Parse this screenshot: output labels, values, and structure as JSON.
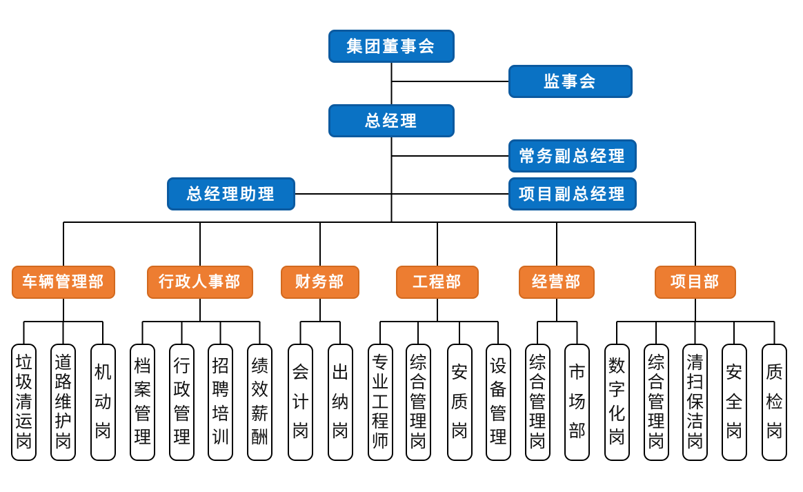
{
  "chart": {
    "type": "org-chart",
    "colors": {
      "executive_fill": "#0a72c4",
      "executive_border": "#0b5aa0",
      "department_fill": "#ed7d31",
      "department_border": "#d2691e",
      "position_fill": "#ffffff",
      "position_border": "#000000",
      "connector": "#000000",
      "text_on_color": "#ffffff",
      "text_on_white": "#111111"
    },
    "nodes": [
      {
        "id": "board",
        "label": "集团董事会",
        "role": "executive",
        "parent": null
      },
      {
        "id": "supervisory",
        "label": "监事会",
        "role": "executive",
        "parent": "board"
      },
      {
        "id": "gm",
        "label": "总经理",
        "role": "executive",
        "parent": "board"
      },
      {
        "id": "exec_deputy_gm",
        "label": "常务副总经理",
        "role": "executive",
        "parent": "gm"
      },
      {
        "id": "gm_assistant",
        "label": "总经理助理",
        "role": "executive",
        "parent": "gm"
      },
      {
        "id": "project_deputy_gm",
        "label": "项目副总经理",
        "role": "executive",
        "parent": "gm"
      },
      {
        "id": "dept_vehicle",
        "label": "车辆管理部",
        "role": "department",
        "parent": "gm"
      },
      {
        "id": "dept_hr",
        "label": "行政人事部",
        "role": "department",
        "parent": "gm"
      },
      {
        "id": "dept_finance",
        "label": "财务部",
        "role": "department",
        "parent": "gm"
      },
      {
        "id": "dept_engineering",
        "label": "工程部",
        "role": "department",
        "parent": "gm"
      },
      {
        "id": "dept_operations",
        "label": "经营部",
        "role": "department",
        "parent": "gm"
      },
      {
        "id": "dept_project",
        "label": "项目部",
        "role": "department",
        "parent": "gm"
      },
      {
        "id": "p_laji",
        "label": "垃圾清运岗",
        "role": "position",
        "parent": "dept_vehicle"
      },
      {
        "id": "p_daolu",
        "label": "道路维护岗",
        "role": "position",
        "parent": "dept_vehicle"
      },
      {
        "id": "p_jidong",
        "label": "机动岗",
        "role": "position",
        "parent": "dept_vehicle"
      },
      {
        "id": "p_dangan",
        "label": "档案管理",
        "role": "position",
        "parent": "dept_hr"
      },
      {
        "id": "p_xingzheng",
        "label": "行政管理",
        "role": "position",
        "parent": "dept_hr"
      },
      {
        "id": "p_zhaopin",
        "label": "招聘培训",
        "role": "position",
        "parent": "dept_hr"
      },
      {
        "id": "p_jixiao",
        "label": "绩效薪酬",
        "role": "position",
        "parent": "dept_hr"
      },
      {
        "id": "p_kuaiji",
        "label": "会计岗",
        "role": "position",
        "parent": "dept_finance"
      },
      {
        "id": "p_chuna",
        "label": "出纳岗",
        "role": "position",
        "parent": "dept_finance"
      },
      {
        "id": "p_zhuanye",
        "label": "专业工程师",
        "role": "position",
        "parent": "dept_engineering"
      },
      {
        "id": "p_zonghe_eng",
        "label": "综合管理岗",
        "role": "position",
        "parent": "dept_engineering"
      },
      {
        "id": "p_anzhi",
        "label": "安质岗",
        "role": "position",
        "parent": "dept_engineering"
      },
      {
        "id": "p_shebei",
        "label": "设备管理",
        "role": "position",
        "parent": "dept_engineering"
      },
      {
        "id": "p_zonghe_ops",
        "label": "综合管理岗",
        "role": "position",
        "parent": "dept_operations"
      },
      {
        "id": "p_shichang",
        "label": "市场部",
        "role": "position",
        "parent": "dept_operations"
      },
      {
        "id": "p_shuzihua",
        "label": "数字化岗",
        "role": "position",
        "parent": "dept_project"
      },
      {
        "id": "p_zonghe_proj",
        "label": "综合管理岗",
        "role": "position",
        "parent": "dept_project"
      },
      {
        "id": "p_qingsao",
        "label": "清扫保洁岗",
        "role": "position",
        "parent": "dept_project"
      },
      {
        "id": "p_anquan",
        "label": "安全岗",
        "role": "position",
        "parent": "dept_project"
      },
      {
        "id": "p_zhijian",
        "label": "质检岗",
        "role": "position",
        "parent": "dept_project"
      }
    ]
  }
}
